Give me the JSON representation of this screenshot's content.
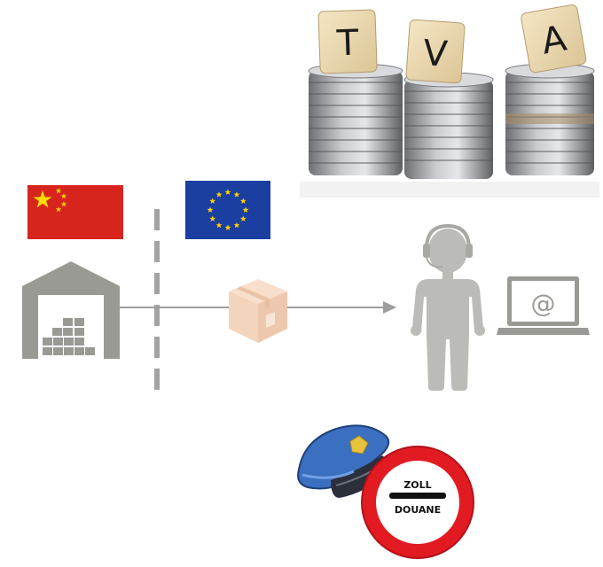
{
  "tiles": {
    "letter_1": "T",
    "letter_2": "V",
    "letter_3": "A"
  },
  "laptop": {
    "symbol": "@"
  },
  "customs_sign": {
    "line_1": "ZOLL",
    "line_2": "DOUANE"
  },
  "colors": {
    "china_red": "#D7251E",
    "china_star": "#FDDC00",
    "eu_blue": "#1B3FA0",
    "eu_star": "#FFD100",
    "icon_gray": "#9A9A95",
    "border_dash": "#A3A3A3",
    "flow_arrow": "#9E9E9E",
    "parcel": "#F3D4BD",
    "sign_red": "#E21A22",
    "cap_blue": "#3B6FC0"
  },
  "icons": [
    "coin-stacks-with-letter-tiles",
    "china-flag",
    "eu-flag",
    "warehouse-icon",
    "dashed-border-line",
    "parcel-icon",
    "flow-arrow",
    "person-with-headset-icon",
    "laptop-icon",
    "police-cap-icon",
    "customs-sign-icon"
  ]
}
